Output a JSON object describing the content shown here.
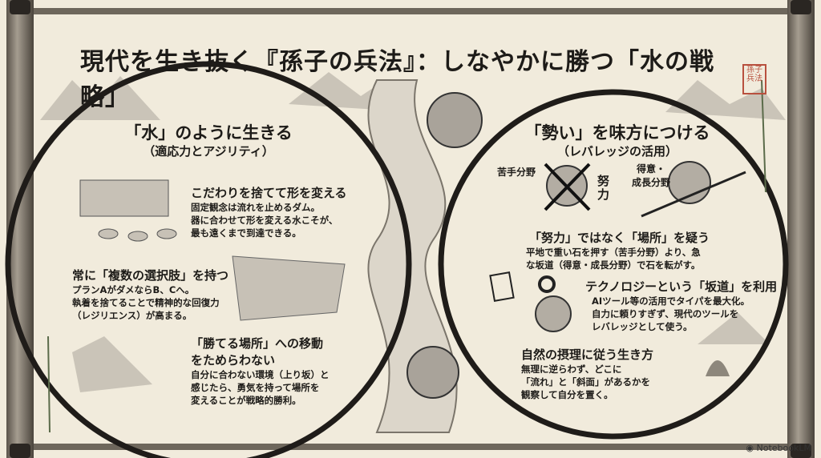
{
  "title": "現代を生き抜く『孫子の兵法』：しなやかに勝つ「水の戦略」",
  "seal": "孫子兵法",
  "left": {
    "heading": "「水」のように生きる",
    "subheading": "（適応力とアジリティ）",
    "items": [
      {
        "title": "こだわりを捨てて形を変える",
        "body": [
          "固定観念は流れを止めるダム。",
          "器に合わせて形を変える水こそが、",
          "最も遠くまで到達できる。"
        ]
      },
      {
        "title": "常に「複数の選択肢」を持つ",
        "body": [
          "プランAがダメならB、Cへ。",
          "執着を捨てることで精神的な回復力",
          "（レジリエンス）が高まる。"
        ]
      },
      {
        "title": "「勝てる場所」への移動",
        "title2": "をためらわない",
        "body": [
          "自分に合わない環境（上り坂）と",
          "感じたら、勇気を持って場所を",
          "変えることが戦略的勝利。"
        ]
      }
    ]
  },
  "right": {
    "heading": "「勢い」を味方につける",
    "subheading": "（レバレッジの活用）",
    "labels": {
      "weak": "苦手分野",
      "effort": "努力",
      "strong1": "得意・",
      "strong2": "成長分野"
    },
    "items": [
      {
        "title": "「努力」ではなく「場所」を疑う",
        "body": [
          "平地で重い石を押す（苦手分野）より、急",
          "な坂道（得意・成長分野）で石を転がす。"
        ]
      },
      {
        "title": "テクノロジーという「坂道」を利用",
        "body": [
          "AIツール等の活用でタイパを最大化。",
          "自力に頼りすぎず、現代のツールを",
          "レバレッジとして使う。"
        ]
      },
      {
        "title": "自然の摂理に従う生き方",
        "body": [
          "無理に逆らわず、どこに",
          "「流れ」と「斜面」があるかを",
          "観察して自分を置く。"
        ]
      }
    ]
  },
  "footer": {
    "brand": "NotebookLM"
  }
}
